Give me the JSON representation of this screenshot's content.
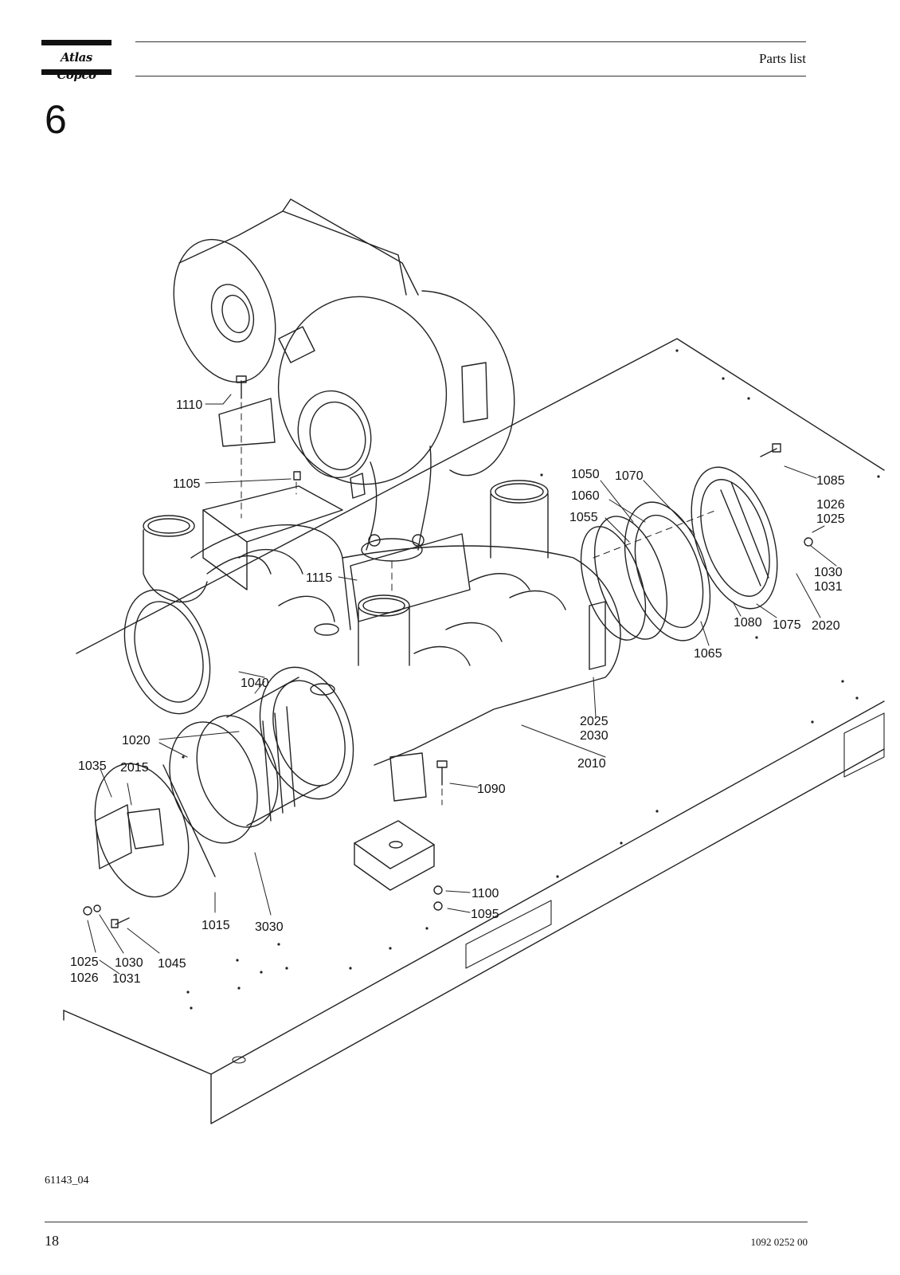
{
  "header": {
    "logo_text": "Atlas Copco",
    "title": "Parts list"
  },
  "section_number": "6",
  "callouts": [
    "1110",
    "1105",
    "1115",
    "1050",
    "1070",
    "1085",
    "1060",
    "1055",
    "1026",
    "1025",
    "1030",
    "1031",
    "1080",
    "1075",
    "2020",
    "1065",
    "1040",
    "2025",
    "2030",
    "1020",
    "2010",
    "1035",
    "2015",
    "1090",
    "1100",
    "1095",
    "1015",
    "3030",
    "1025",
    "1030",
    "1045",
    "1026",
    "1031"
  ],
  "footer": {
    "figure_id": "61143_04",
    "page_number": "18",
    "document_code": "1092 0252 00"
  }
}
